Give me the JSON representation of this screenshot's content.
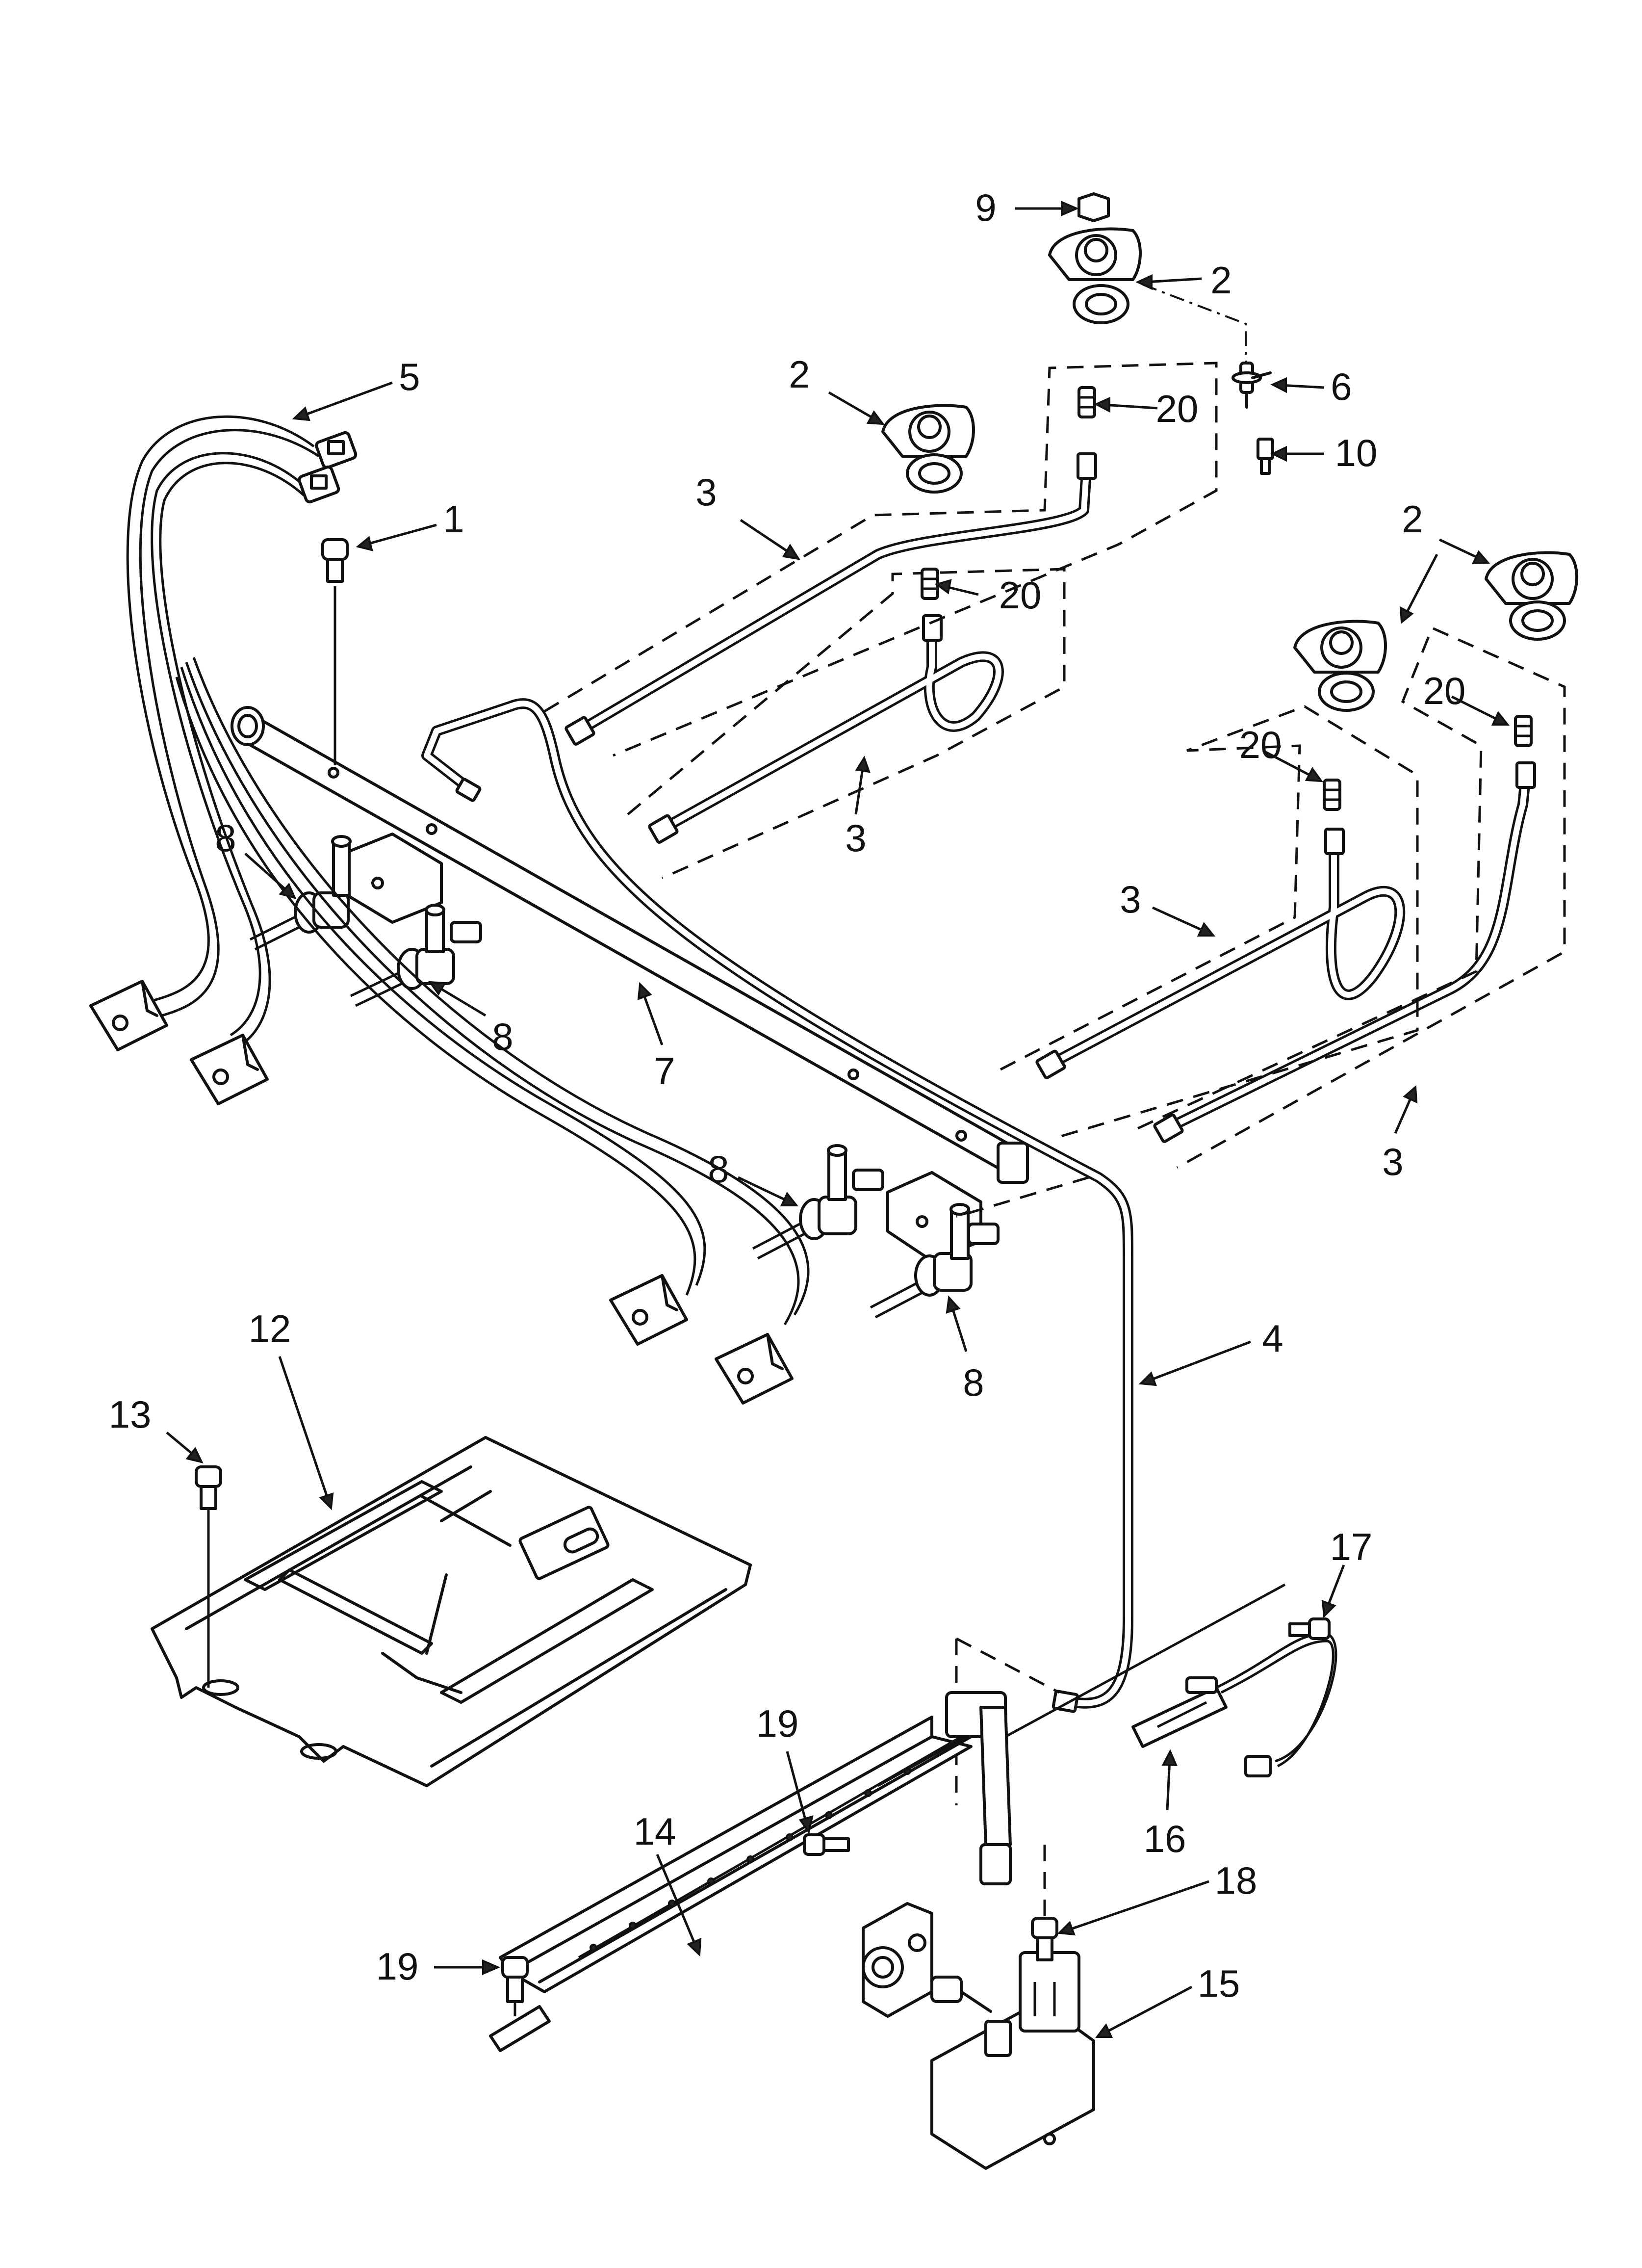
{
  "callouts": [
    {
      "id": "c9a",
      "text": "9"
    },
    {
      "id": "c2a",
      "text": "2"
    },
    {
      "id": "c5",
      "text": "5"
    },
    {
      "id": "c2b",
      "text": "2"
    },
    {
      "id": "c20a",
      "text": "20"
    },
    {
      "id": "c6",
      "text": "6"
    },
    {
      "id": "c10",
      "text": "10"
    },
    {
      "id": "c1",
      "text": "1"
    },
    {
      "id": "c3a",
      "text": "3"
    },
    {
      "id": "c20b",
      "text": "20"
    },
    {
      "id": "c2c",
      "text": "2"
    },
    {
      "id": "c20c",
      "text": "20"
    },
    {
      "id": "c20d",
      "text": "20"
    },
    {
      "id": "c8a",
      "text": "8"
    },
    {
      "id": "c3b",
      "text": "3"
    },
    {
      "id": "c3c",
      "text": "3"
    },
    {
      "id": "c8b",
      "text": "8"
    },
    {
      "id": "c7",
      "text": "7"
    },
    {
      "id": "c3d",
      "text": "3"
    },
    {
      "id": "c8c",
      "text": "8"
    },
    {
      "id": "c8d",
      "text": "8"
    },
    {
      "id": "c4",
      "text": "4"
    },
    {
      "id": "c12",
      "text": "12"
    },
    {
      "id": "c13",
      "text": "13"
    },
    {
      "id": "c17",
      "text": "17"
    },
    {
      "id": "c19a",
      "text": "19"
    },
    {
      "id": "c16",
      "text": "16"
    },
    {
      "id": "c14",
      "text": "14"
    },
    {
      "id": "c18",
      "text": "18"
    },
    {
      "id": "c19b",
      "text": "19"
    },
    {
      "id": "c15",
      "text": "15"
    }
  ]
}
